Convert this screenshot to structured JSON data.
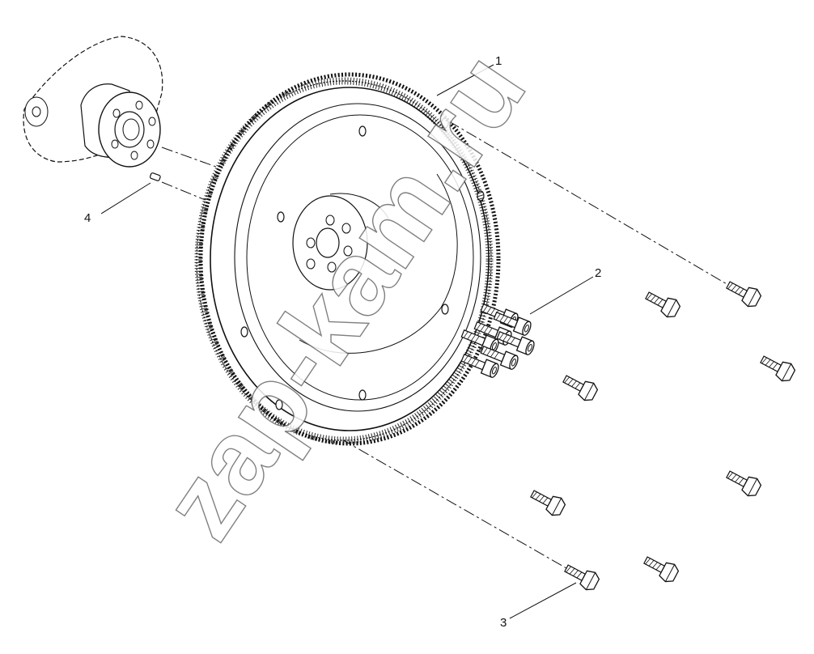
{
  "callouts": {
    "flywheel": "1",
    "flywheel_bolts": "2",
    "cover_bolts": "3",
    "dowel_pin": "4"
  },
  "watermark": "zap-kam.ru"
}
